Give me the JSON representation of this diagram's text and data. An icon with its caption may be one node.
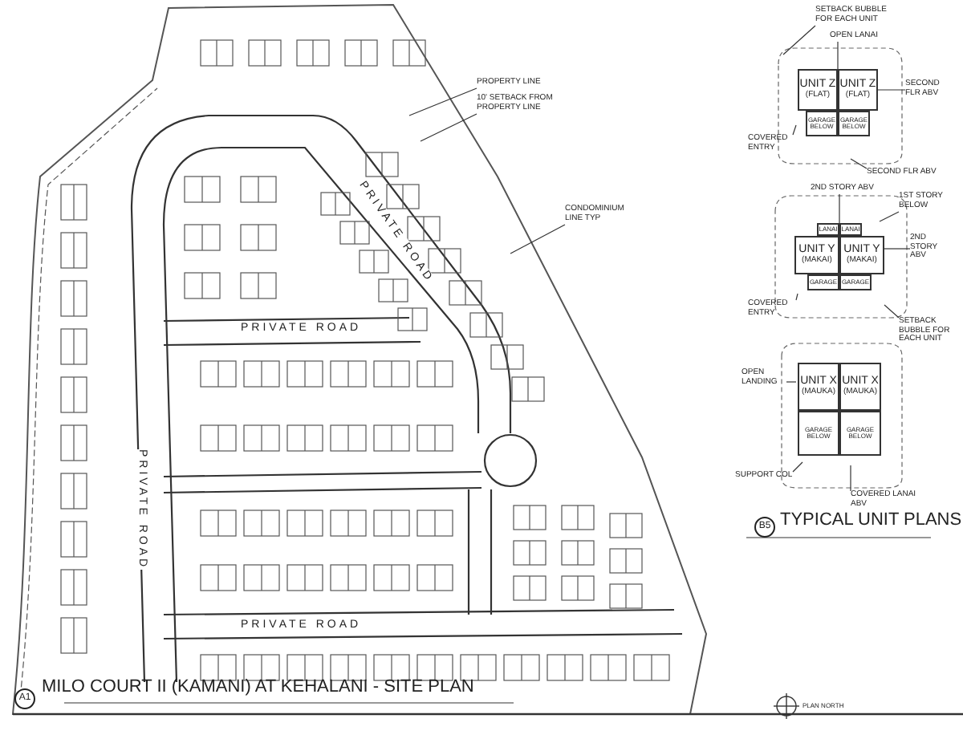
{
  "diagram": {
    "title": "MILO COURT II (KAMANI) AT KEHALANI - SITE PLAN",
    "nodes": [
      {
        "text": [
          "PROPERTY LINE"
        ]
      },
      {
        "text": [
          "10' SETBACK FROM PROPERTY LINE"
        ]
      },
      {
        "text": [
          "CONDOMINIUM LINE TYP"
        ]
      },
      {
        "text": [
          "UNIT Z",
          "(FLAT)"
        ]
      },
      {
        "text": [
          "UNIT Z",
          "(FLAT)"
        ]
      },
      {
        "text": [
          "GARAGE BELOW"
        ]
      },
      {
        "text": [
          "GARAGE BELOW"
        ]
      },
      {
        "text": [
          "SETBACK BUBBLE FOR EACH UNIT"
        ]
      },
      {
        "text": [
          "OPEN LANAI"
        ]
      },
      {
        "text": [
          "SECOND FLR ABV"
        ]
      },
      {
        "text": [
          "COVERED ENTRY"
        ]
      },
      {
        "text": [
          "SECOND FLR ABV"
        ]
      },
      {
        "text": [
          "LANAI"
        ]
      },
      {
        "text": [
          "LANAI"
        ]
      },
      {
        "text": [
          "UNIT Y",
          "(MAKAI)"
        ]
      },
      {
        "text": [
          "UNIT Y",
          "(MAKAI)"
        ]
      },
      {
        "text": [
          "GARAGE"
        ]
      },
      {
        "text": [
          "GARAGE"
        ]
      },
      {
        "text": [
          "2ND STORY ABV"
        ]
      },
      {
        "text": [
          "1ST STORY BELOW"
        ]
      },
      {
        "text": [
          "2ND STORY ABV"
        ]
      },
      {
        "text": [
          "COVERED ENTRY"
        ]
      },
      {
        "text": [
          "SETBACK BUBBLE FOR EACH UNIT"
        ]
      },
      {
        "text": [
          "UNIT X",
          "(MAUKA)"
        ]
      },
      {
        "text": [
          "UNIT X",
          "(MAUKA)"
        ]
      },
      {
        "text": [
          "GARAGE BELOW"
        ]
      },
      {
        "text": [
          "GARAGE BELOW"
        ]
      },
      {
        "text": [
          "OPEN LANDING"
        ]
      },
      {
        "text": [
          "SUPPORT COL"
        ]
      },
      {
        "text": [
          "COVERED LANAI ABV"
        ]
      }
    ],
    "edges": [
      {
        "from": 0,
        "to": null,
        "arrow": "none"
      },
      {
        "from": 1,
        "to": null,
        "arrow": "none"
      },
      {
        "from": 2,
        "to": null,
        "arrow": "none"
      },
      {
        "from": 7,
        "to": null,
        "arrow": "none"
      },
      {
        "from": 8,
        "to": 3,
        "arrow": "none"
      },
      {
        "from": 9,
        "to": 4,
        "arrow": "none"
      },
      {
        "from": 10,
        "to": null,
        "arrow": "none"
      },
      {
        "from": 11,
        "to": null,
        "arrow": "none"
      },
      {
        "from": 18,
        "to": 12,
        "arrow": "none"
      },
      {
        "from": 19,
        "to": null,
        "arrow": "none"
      },
      {
        "from": 20,
        "to": 15,
        "arrow": "none"
      },
      {
        "from": 21,
        "to": null,
        "arrow": "none"
      },
      {
        "from": 22,
        "to": null,
        "arrow": "none"
      },
      {
        "from": 27,
        "to": null,
        "arrow": "none"
      },
      {
        "from": 28,
        "to": null,
        "arrow": "none"
      },
      {
        "from": 29,
        "to": null,
        "arrow": "none"
      }
    ],
    "labels": [
      "PRIVATE ROAD",
      "PRIVATE ROAD",
      "PRIVATE ROAD",
      "PRIVATE ROAD",
      "A1",
      "B5",
      "TYPICAL UNIT PLANS",
      "PLAN NORTH"
    ]
  }
}
